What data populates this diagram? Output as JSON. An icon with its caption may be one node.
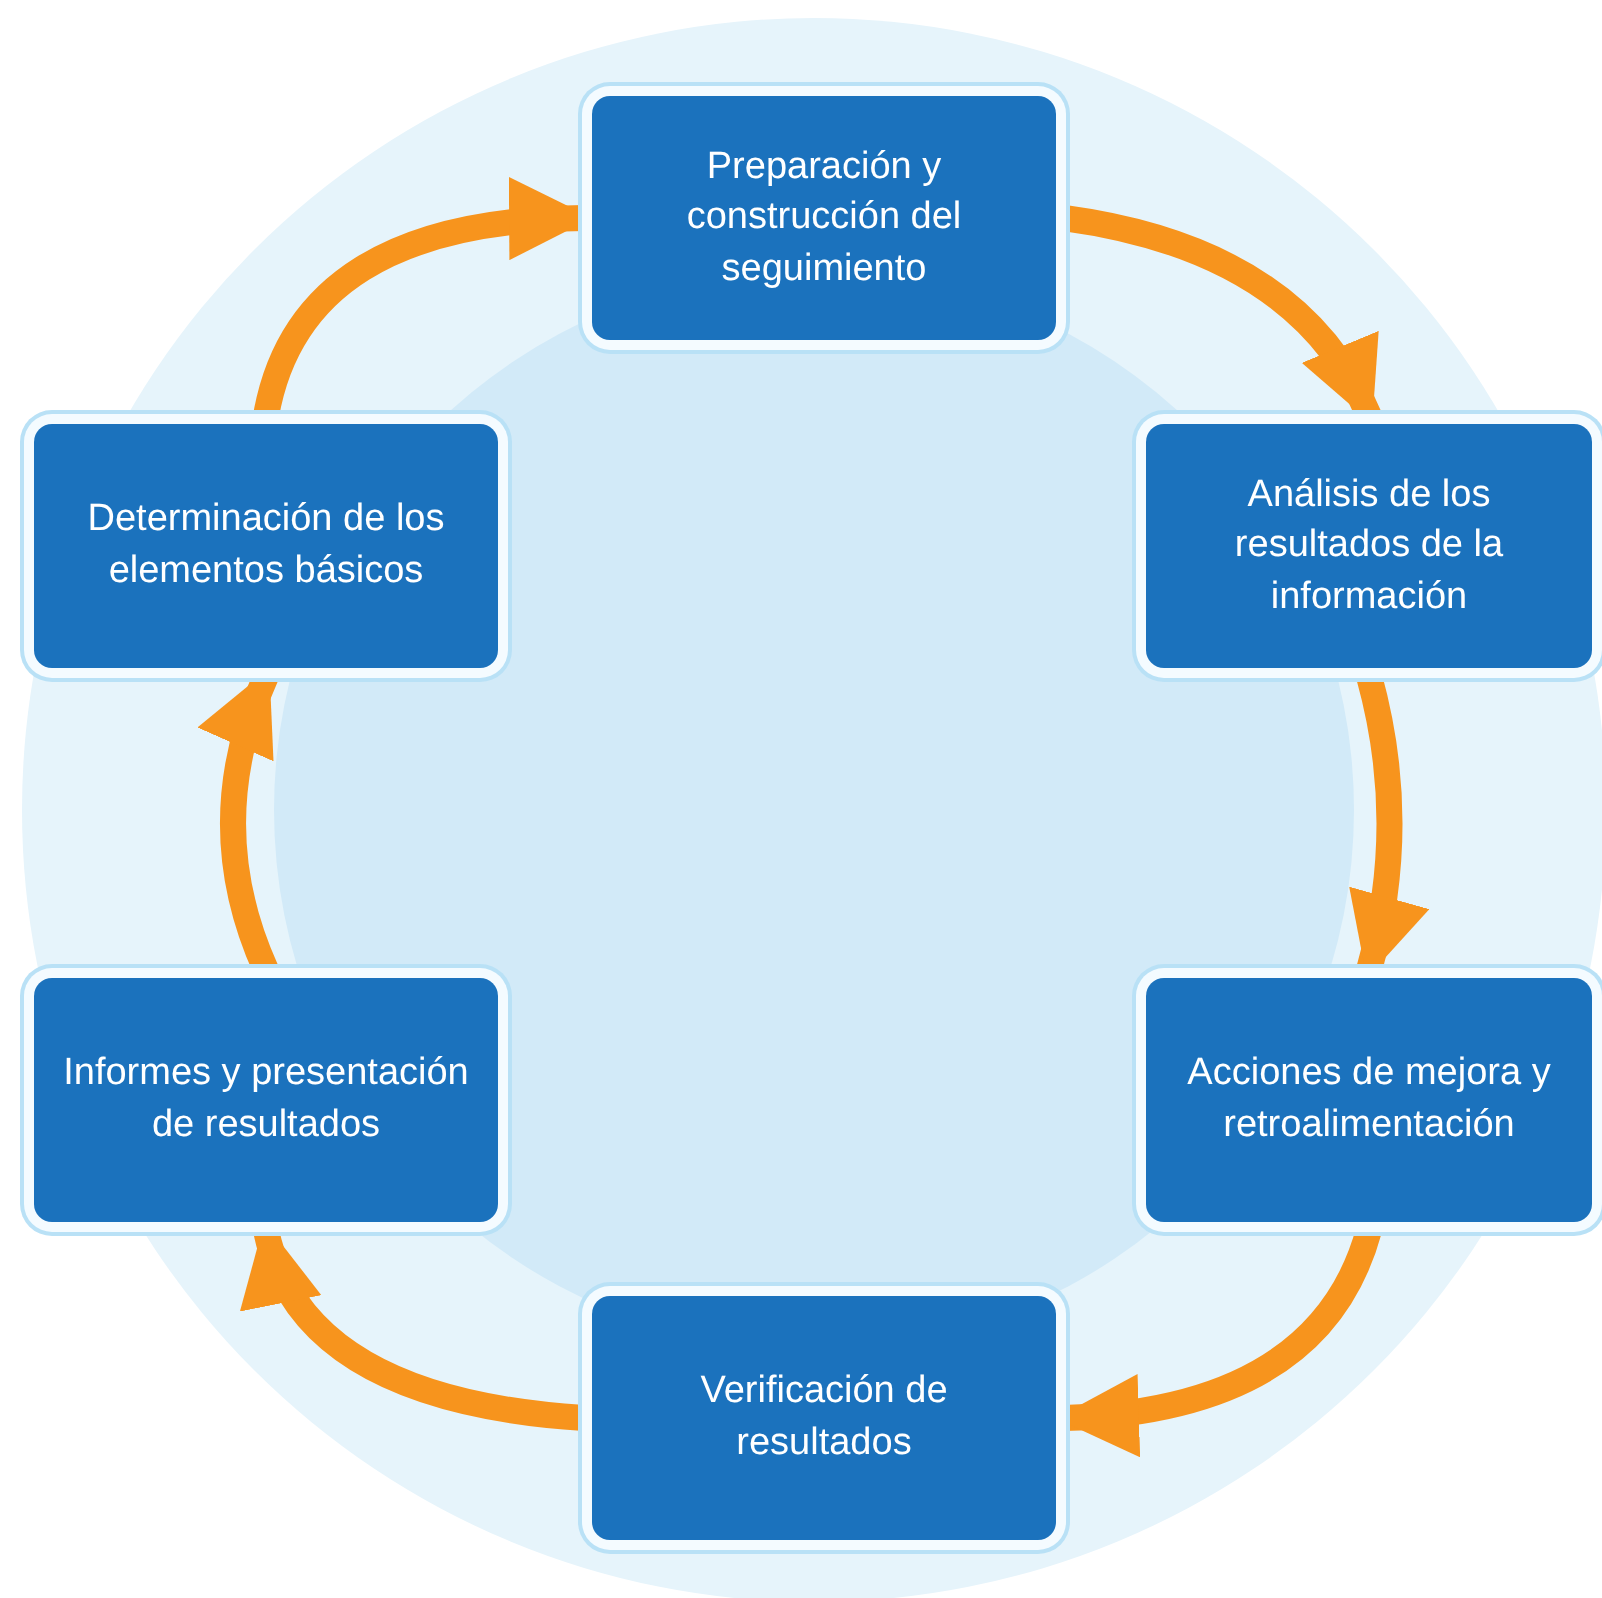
{
  "diagram": {
    "nodes": [
      {
        "text": [
          "Preparación y construcción del seguimiento"
        ]
      },
      {
        "text": [
          "Análisis de los resultados de la información"
        ]
      },
      {
        "text": [
          "Acciones de mejora y retroalimentación"
        ]
      },
      {
        "text": [
          "Verificación de resultados"
        ]
      },
      {
        "text": [
          "Informes y presentación de resultados"
        ]
      },
      {
        "text": [
          "Determinación de los elementos básicos"
        ]
      }
    ],
    "edges": [
      {
        "from": 0,
        "to": 1,
        "arrow": "to"
      },
      {
        "from": 1,
        "to": 2,
        "arrow": "to"
      },
      {
        "from": 2,
        "to": 3,
        "arrow": "to"
      },
      {
        "from": 3,
        "to": 4,
        "arrow": "to"
      },
      {
        "from": 4,
        "to": 5,
        "arrow": "to"
      },
      {
        "from": 5,
        "to": 0,
        "arrow": "to"
      }
    ]
  }
}
